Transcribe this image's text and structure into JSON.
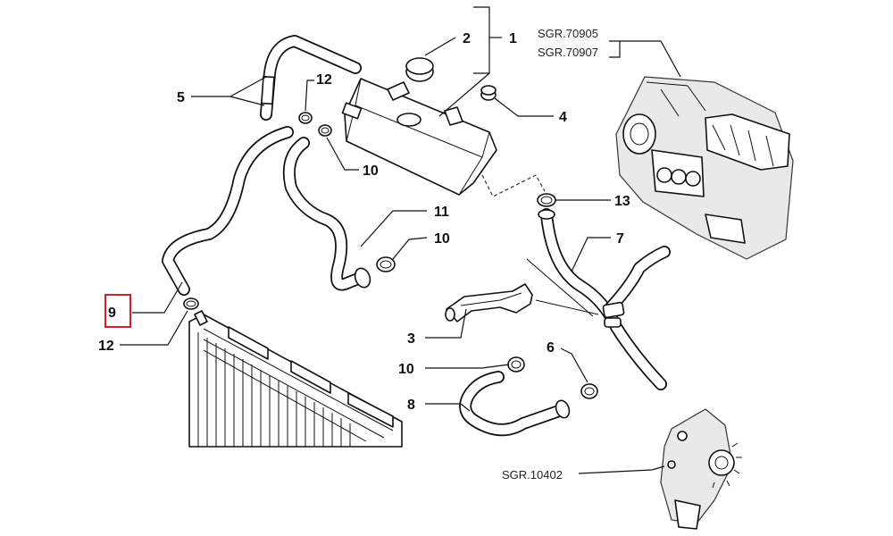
{
  "diagram": {
    "callouts": [
      {
        "id": "1",
        "text": "1"
      },
      {
        "id": "2",
        "text": "2"
      },
      {
        "id": "3",
        "text": "3"
      },
      {
        "id": "4",
        "text": "4"
      },
      {
        "id": "5",
        "text": "5"
      },
      {
        "id": "6",
        "text": "6"
      },
      {
        "id": "7",
        "text": "7"
      },
      {
        "id": "8",
        "text": "8"
      },
      {
        "id": "9",
        "text": "9"
      },
      {
        "id": "10a",
        "text": "10"
      },
      {
        "id": "10b",
        "text": "10"
      },
      {
        "id": "10c",
        "text": "10"
      },
      {
        "id": "11",
        "text": "11"
      },
      {
        "id": "12a",
        "text": "12"
      },
      {
        "id": "12b",
        "text": "12"
      },
      {
        "id": "13",
        "text": "13"
      }
    ],
    "references": {
      "heater_unit_1": "SGR.70905",
      "heater_unit_2": "SGR.70907",
      "water_pump": "SGR.10402"
    },
    "highlight": {
      "callout": "9",
      "color": "#d0202a"
    }
  }
}
